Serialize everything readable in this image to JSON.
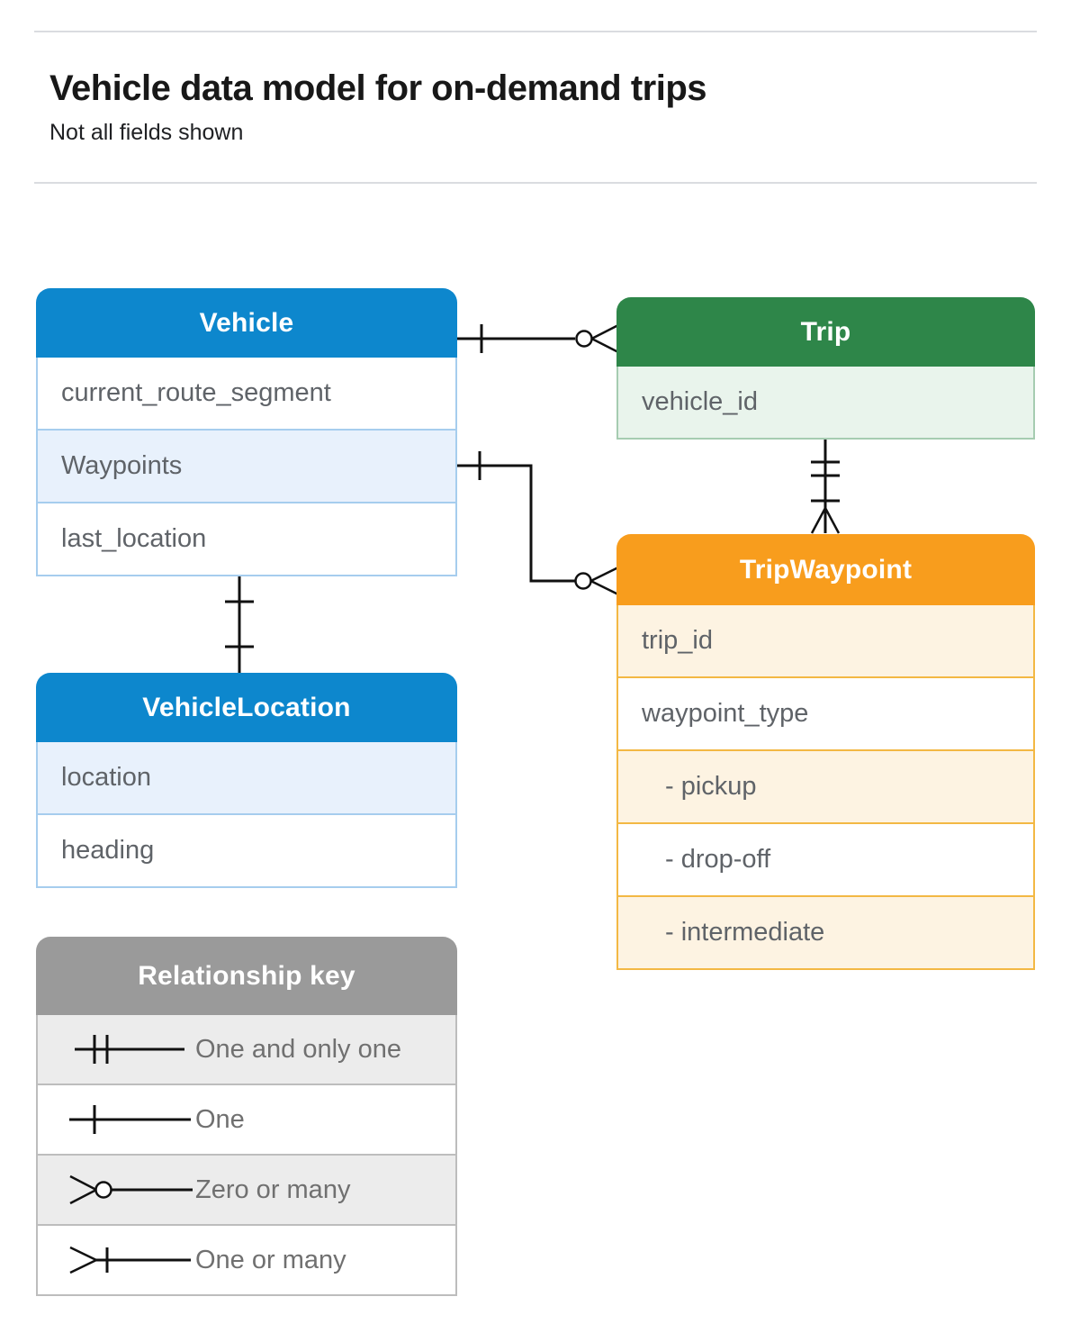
{
  "header": {
    "title": "Vehicle data model for on-demand trips",
    "subtitle": "Not all fields shown"
  },
  "entities": {
    "vehicle": {
      "title": "Vehicle",
      "fields": [
        "current_route_segment",
        "Waypoints",
        "last_location"
      ]
    },
    "trip": {
      "title": "Trip",
      "fields": [
        "vehicle_id"
      ]
    },
    "tripWaypoint": {
      "title": "TripWaypoint",
      "fields": [
        "trip_id",
        "waypoint_type",
        "- pickup",
        "- drop-off",
        "- intermediate"
      ]
    },
    "vehicleLocation": {
      "title": "VehicleLocation",
      "fields": [
        "location",
        "heading"
      ]
    }
  },
  "relationships": [
    {
      "from": "Vehicle",
      "to": "Trip",
      "from_cardinality": "one",
      "to_cardinality": "zero-or-many"
    },
    {
      "from": "Vehicle.Waypoints",
      "to": "TripWaypoint",
      "from_cardinality": "one",
      "to_cardinality": "zero-or-many"
    },
    {
      "from": "Trip",
      "to": "TripWaypoint",
      "from_cardinality": "one-and-only-one",
      "to_cardinality": "one-or-many"
    },
    {
      "from": "Vehicle",
      "to": "VehicleLocation",
      "from_cardinality": "one",
      "to_cardinality": "one"
    }
  ],
  "legend": {
    "title": "Relationship key",
    "items": [
      {
        "symbol": "one-and-only-one",
        "label": "One and only one"
      },
      {
        "symbol": "one",
        "label": "One"
      },
      {
        "symbol": "zero-or-many",
        "label": "Zero or many"
      },
      {
        "symbol": "one-or-many",
        "label": "One or many"
      }
    ]
  },
  "colors": {
    "blue": "#0d87cd",
    "blue-light": "#e8f1fc",
    "blue-border": "#a6cdee",
    "green": "#2e8649",
    "green-light": "#e9f4ec",
    "green-border": "#a6ccb1",
    "orange": "#f89d1d",
    "orange-light": "#fdf3e2",
    "orange-border": "#f3b844",
    "gray": "#9a9a9a",
    "gray-light": "#ececec",
    "gray-border": "#bdbdbd",
    "text-field": "#5f6368",
    "text-legend": "#707070",
    "line": "#111111"
  }
}
